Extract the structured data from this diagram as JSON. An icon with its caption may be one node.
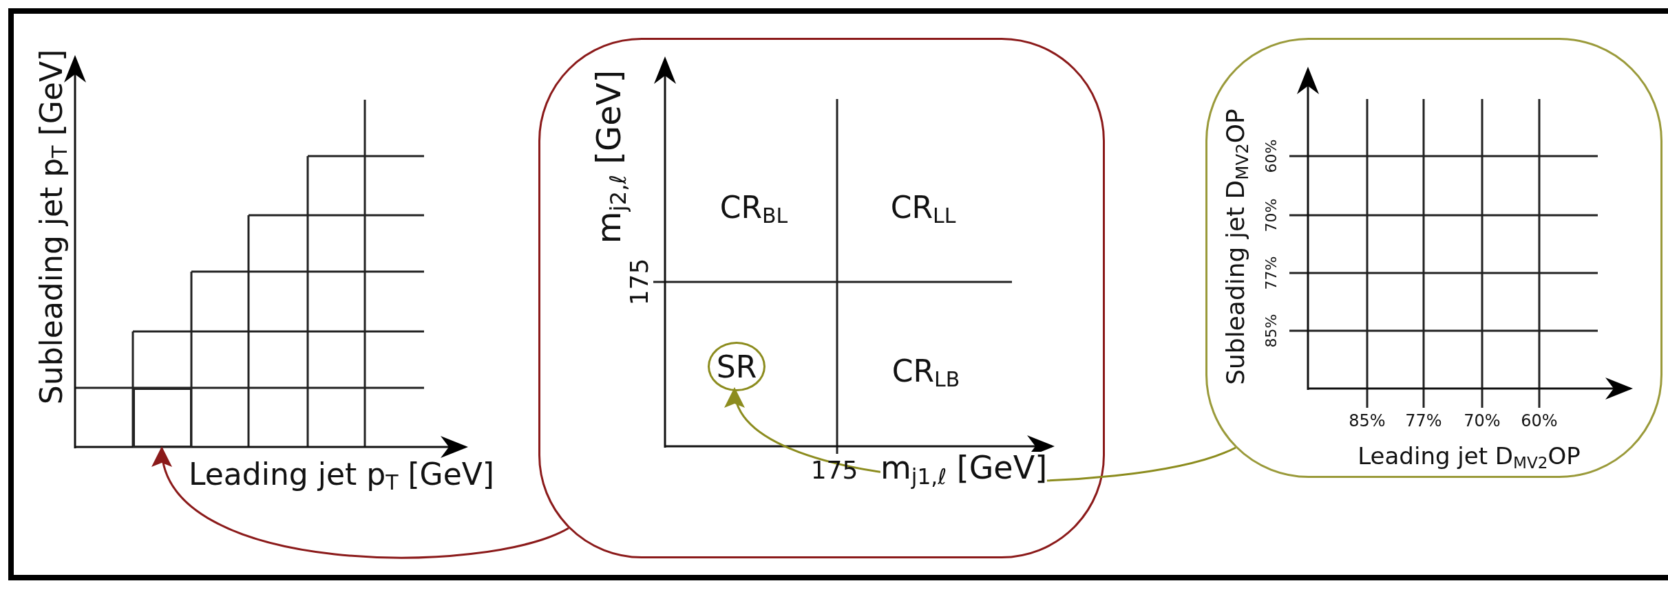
{
  "diagram": {
    "nodes": [
      {
        "text": [],
        "shape": "box"
      },
      {
        "text": [
          "SR"
        ],
        "in": 0
      },
      {
        "text": [],
        "shape": "box"
      },
      {
        "text": [],
        "shape": "box"
      }
    ],
    "edges": [
      {
        "from": 0,
        "to": 3,
        "arrow": "to",
        "color": "#8b1a1a"
      },
      {
        "from": 2,
        "to": 1,
        "arrow": "to",
        "color": "#8c8c1e"
      }
    ],
    "labels": [
      "Subleading jet p$_{T}$ [GeV]",
      "Leading jet p$_{T}$ [GeV]",
      "m$_{j2,ℓ}$ [GeV]",
      "175",
      "CR$_{BL}$",
      "CR$_{LL}$",
      "CR$_{LB}$",
      "175",
      "m$_{j1,ℓ}$ [GeV]",
      "Subleading jet D$_{MV2}$OP",
      "85%",
      "77%",
      "70%",
      "60%",
      "85%",
      "77%",
      "70%",
      "60%",
      "Leading jet D$_{MV2}$OP"
    ]
  }
}
